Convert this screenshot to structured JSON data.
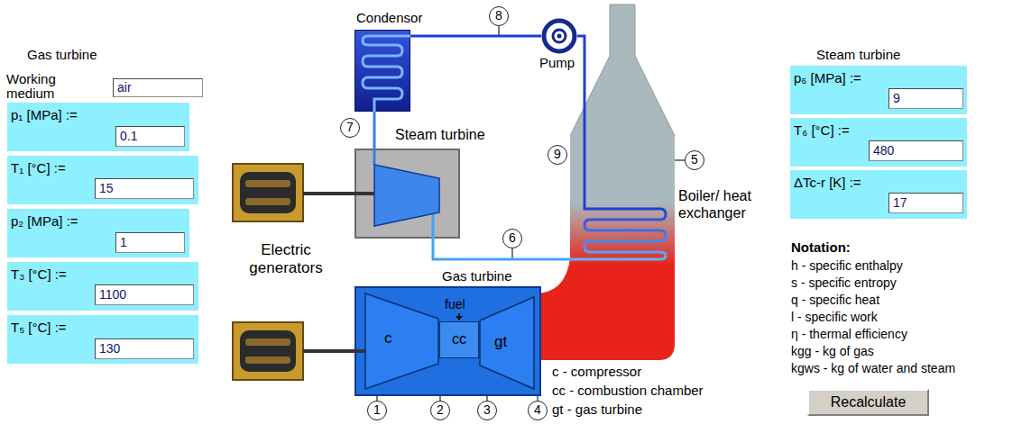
{
  "diagram": {
    "nodes": [
      {
        "text": [
          "air"
        ]
      },
      {
        "text": [
          "p₁ [MPa] :="
        ]
      },
      {
        "text": [
          "0.1"
        ],
        "in": 1
      },
      {
        "text": [
          "T₁ [°C] :="
        ]
      },
      {
        "text": [
          "15"
        ],
        "in": 3
      },
      {
        "text": [
          "p₂ [MPa] :="
        ]
      },
      {
        "text": [
          "1"
        ],
        "in": 5
      },
      {
        "text": [
          "T₃ [°C] :="
        ]
      },
      {
        "text": [
          "1100"
        ],
        "in": 7
      },
      {
        "text": [
          "T₅ [°C] :="
        ]
      },
      {
        "text": [
          "130"
        ],
        "in": 9
      },
      {
        "text": [
          "Condensor"
        ]
      },
      {
        "text": [
          "8"
        ]
      },
      {
        "text": [
          "Pump"
        ]
      },
      {
        "text": [
          "7"
        ]
      },
      {
        "text": [
          "Steam turbine"
        ]
      },
      {
        "text": [
          "9"
        ]
      },
      {
        "text": [
          "5"
        ]
      },
      {
        "text": [
          "Boiler/ heat exchanger"
        ]
      },
      {
        "text": [
          "6"
        ]
      },
      {
        "text": [
          "Gas turbine"
        ]
      },
      {
        "text": [
          "c"
        ],
        "in": 20
      },
      {
        "text": [
          "cc"
        ],
        "in": 20
      },
      {
        "text": [
          "gt"
        ],
        "in": 20
      },
      {
        "text": [
          "1"
        ]
      },
      {
        "text": [
          "2"
        ]
      },
      {
        "text": [
          "3"
        ]
      },
      {
        "text": [
          "4"
        ]
      },
      {
        "text": [
          "p₆ [MPa] :="
        ]
      },
      {
        "text": [
          "9"
        ],
        "in": 28
      },
      {
        "text": [
          "T₆ [°C] :="
        ]
      },
      {
        "text": [
          "480"
        ],
        "in": 30
      },
      {
        "text": [
          "ΔTc-r [K] :="
        ]
      },
      {
        "text": [
          "17"
        ],
        "in": 32
      },
      {
        "text": [
          "Recalculate"
        ]
      }
    ],
    "edges": [
      {
        "from": 15,
        "to": 11,
        "arrow": "none"
      },
      {
        "from": 11,
        "to": 13,
        "arrow": "none"
      },
      {
        "from": 13,
        "to": 18,
        "arrow": "none"
      },
      {
        "from": 18,
        "to": 15,
        "arrow": "none"
      },
      {
        "from": 20,
        "to": 24,
        "arrow": "none"
      },
      {
        "from": 20,
        "to": 25,
        "arrow": "none"
      },
      {
        "from": 20,
        "to": 26,
        "arrow": "none"
      },
      {
        "from": 20,
        "to": 27,
        "arrow": "none"
      },
      {
        "from": 18,
        "to": 17,
        "arrow": "none"
      }
    ],
    "labels": [
      "Gas turbine",
      "Working medium",
      "Electric generators",
      "fuel",
      "c - compressor",
      "cc - combustion chamber",
      "gt - gas turbine",
      "Steam turbine",
      "Notation:",
      "h - specific enthalpy",
      "s - specific entropy",
      "q - specific heat",
      "l - specific work",
      "η - thermal efficiency",
      "kgg - kg of gas",
      "kgws - kg of water and steam"
    ]
  }
}
